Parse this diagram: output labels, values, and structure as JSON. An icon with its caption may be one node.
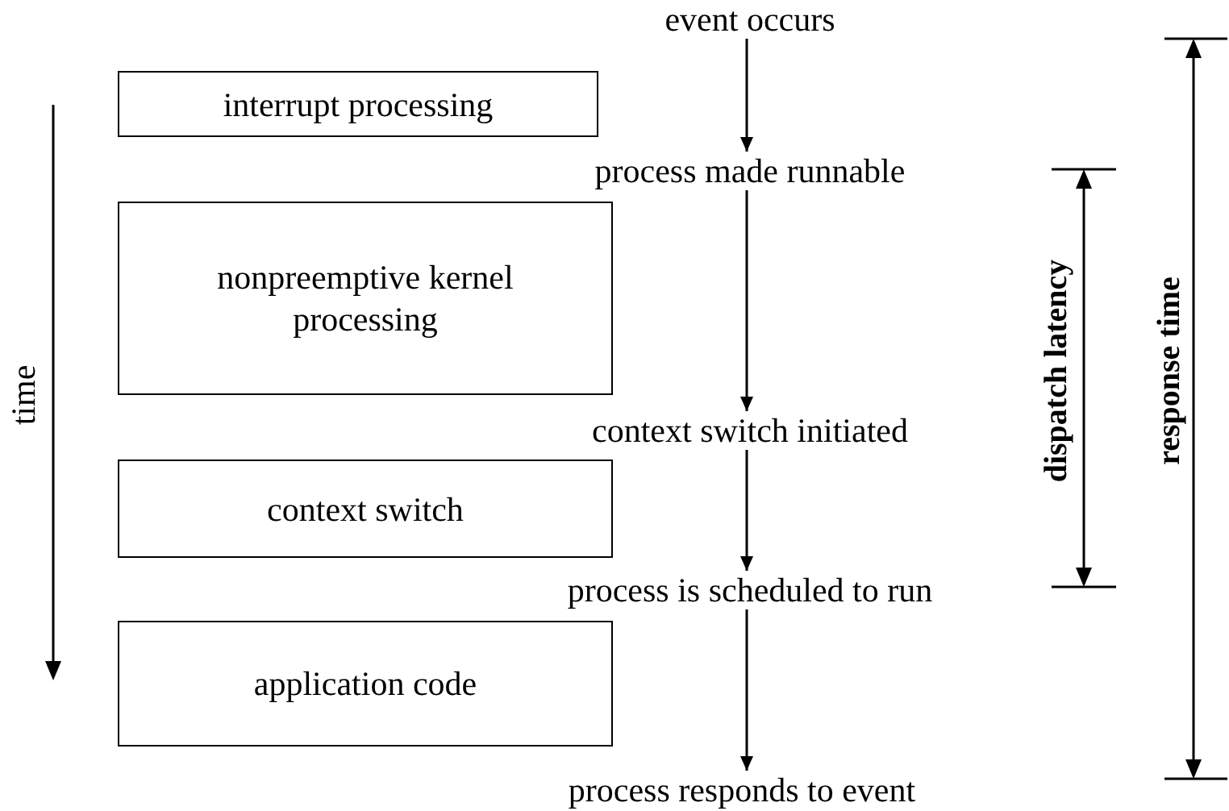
{
  "diagram": {
    "nodes": [
      {
        "text": [
          "event occurs"
        ]
      },
      {
        "text": [
          "interrupt processing"
        ]
      },
      {
        "text": [
          "process made runnable"
        ]
      },
      {
        "text": [
          "nonpreemptive kernel processing"
        ]
      },
      {
        "text": [
          "context switch initiated"
        ]
      },
      {
        "text": [
          "context switch"
        ]
      },
      {
        "text": [
          "process is scheduled to run"
        ]
      },
      {
        "text": [
          "application code"
        ]
      },
      {
        "text": [
          "process responds to event"
        ]
      }
    ],
    "edges": [
      {
        "from": 0,
        "to": 2,
        "arrow": "to"
      },
      {
        "from": 2,
        "to": 4,
        "arrow": "to"
      },
      {
        "from": 4,
        "to": 6,
        "arrow": "to"
      },
      {
        "from": 6,
        "to": 8,
        "arrow": "to"
      }
    ],
    "labels": [
      "time",
      "dispatch latency",
      "response time"
    ]
  }
}
